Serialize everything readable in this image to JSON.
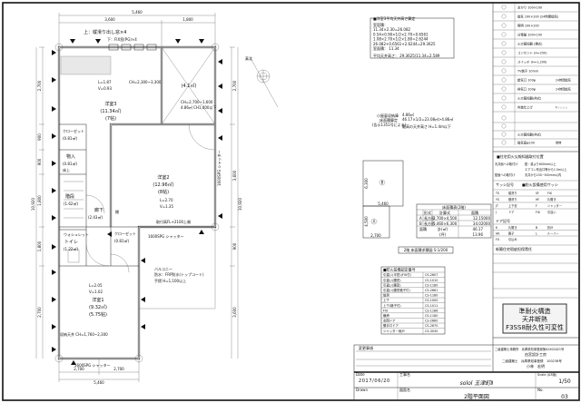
{
  "plan": {
    "dims": {
      "top_total": "5,460",
      "top_left": "3,600",
      "top_right": "1,800",
      "bottom_left": "2,700",
      "bottom_right": "2,700",
      "bottom_total": "5,460",
      "left_total": "10,920",
      "right_total": "10,920",
      "left_segments": [
        "2,700",
        "900",
        "900",
        "1,800",
        "1,800",
        "2,700"
      ],
      "right_segments": [
        "2,700",
        "3,600",
        "900",
        "3,600"
      ]
    },
    "window_notes": {
      "upper": "上：縦滑り出し窓×4",
      "lower": "下：FIX窓(PG)×4"
    },
    "rooms": {
      "western3": {
        "name": "洋室3",
        "area": "(11.34㎡)",
        "tatami": "(7帖)",
        "L": "L=1.87",
        "V": "V=0.93",
        "ch": "CH=2,300~3,300"
      },
      "storage_top": {
        "area": "(4.1㎡)",
        "ch": "CH=2,700~1,600",
        "note": "4.86㎡ CH1,400以下"
      },
      "western2": {
        "name": "洋室2",
        "area": "(12.96㎡)",
        "tatami": "(8帖)",
        "L": "L=2.70",
        "V": "V=1.35"
      },
      "closet1": {
        "name": "クローゼット",
        "area": "(0.81㎡)"
      },
      "storage": {
        "name": "物入",
        "area": "(0.81㎡)",
        "floor": "床上"
      },
      "stairs": {
        "name": "階段",
        "area": "(1.62㎡)"
      },
      "hall": {
        "name": "廊下",
        "area": "(2.43㎡)"
      },
      "closet2": {
        "name": "クローゼット",
        "area": "(0.81㎡)"
      },
      "toilet": {
        "name": "トイレ",
        "area": "(1.22㎡)",
        "note": "ウォシュレット"
      },
      "western1": {
        "name": "洋室1",
        "area": "(9.32㎡)",
        "tatami": "(5.75帖)",
        "L": "L=2.05",
        "V": "V=1.02"
      },
      "balcony": {
        "name": "バルコニー",
        "line1": "防水：FRP防水(トップコート)",
        "line2": "手摺 H=1,100以上"
      }
    },
    "notes": {
      "sash_height": "取付高FL+2100上端",
      "shutter1": "1600SPG シャッター",
      "shutter2": "1600SPG シャッター",
      "shutter_side": "1600SPG シャッター",
      "shelf": "棚",
      "loft_west": "収納天井 CH=1,760~2,300"
    },
    "compass": {
      "label": "真北"
    }
  },
  "ceiling_note": {
    "title": "■洋室3平均天井高さ算定",
    "lines": [
      "室容積：",
      "11.34×2.30=26.082",
      "0.54×0.90×1/2×2.70=0.6561",
      "1.08×2.70×1/2×1.80=2.6244",
      "26.082+0.6561+2.6244=29.3625",
      "室面積： 11.34",
      "平均天井高さ： 29.3625/11.34=2.589"
    ]
  },
  "loft_note": {
    "label1": "小屋裏収納庫",
    "label2": "床面積算定",
    "label3": "(告示1351号による)",
    "area": "4.86㎡",
    "calc": "46.17×1/2=23.08㎡>4.86㎡",
    "height": "最高の天井高さ H=1.4m以下"
  },
  "area_diagram": {
    "caption": "2階 床面積求積図 S:1/200",
    "dims": {
      "b_height": "6,300",
      "b_width": "5,460",
      "a_height": "4,500",
      "a_width": "2,700"
    },
    "labels": {
      "a": "A",
      "b": "B"
    }
  },
  "area_table": {
    "title": "床面積表(2階)",
    "headers": [
      "",
      "形式",
      "計算式",
      "面積"
    ],
    "rows": [
      [
        "A",
        "長方形",
        "2,700×4,500",
        "12.15000"
      ],
      [
        "B",
        "長方形",
        "5,460×6,300",
        "34.02000"
      ]
    ],
    "total_label": "面積",
    "total_sqm_label": "計(㎡)",
    "total_sqm": "46.17",
    "total_tsubo_label": "(坪)",
    "total_tsubo": "13.96"
  },
  "fire_table": {
    "title": "■防火設備認定番号",
    "rows": [
      [
        "引違い(半窓)(FIX付)",
        "CS-2607"
      ],
      [
        "引違い(腰窓)",
        "CS-1010"
      ],
      [
        "引違い(腰窓)",
        "CS-1180"
      ],
      [
        "引違い(腰窓格子付)",
        "CS-2661"
      ],
      [
        "縦滑",
        "CS-1180"
      ],
      [
        "上下",
        "CS-1000"
      ],
      [
        "上下(格子付)",
        "CS-1011"
      ],
      [
        "FIX",
        "CS-1186"
      ],
      [
        "横滑",
        "CS-1180"
      ],
      [
        "玄関ドア",
        "CS-2660"
      ],
      [
        "勝手口ドア",
        "CS-2670"
      ],
      [
        "シャッター雨戸",
        "CS-3030"
      ]
    ]
  },
  "legend": {
    "rows": [
      [
        "あかり 100×100"
      ],
      [
        "換気 100×100 (24時間換気)"
      ],
      [
        "照明 100×100"
      ],
      [
        "分電盤 100×100"
      ],
      [
        "火災報知器 (煙式)"
      ],
      [
        "コンセント (H=250)"
      ],
      [
        "スイッチ (H=1,200)"
      ],
      [
        "TV端子 10mm"
      ],
      [
        "給気口 100φ",
        "24時間換気"
      ],
      [
        "排気口 100φ",
        "24時間換気"
      ],
      [
        "火災報知器(熱式)"
      ],
      [
        "内装仕上げ",
        "F☆☆☆☆"
      ],
      [
        ""
      ],
      [
        ""
      ],
      [
        "火災報知器(熱式)"
      ],
      [
        "換気扇φ100",
        "常時"
      ]
    ]
  },
  "info": {
    "fire_alarm_title": "■住宅用火災報知器取付位置",
    "fire_alarm_rows": [
      [
        "天井面への取付け",
        "壁・梁より600mm以上"
      ],
      [
        "",
        "エアコン吹出口等から1.5m以上"
      ],
      [
        "壁面への取付け",
        "天井から150~500mm以内"
      ]
    ],
    "sash_title": "サッシ記号",
    "sash_note": "■防火設備使用サッシ",
    "sash_rows": [
      [
        "TS",
        "縦滑り",
        "SF",
        "FIX"
      ],
      [
        "YS",
        "横滑り",
        "HF",
        "片開き"
      ],
      [
        "JT",
        "上下窓",
        "F",
        "シャッター"
      ],
      [
        "J",
        "ドア",
        "FIX",
        "引違い"
      ]
    ],
    "door_title": "ドア記号",
    "door_rows": [
      [
        "K",
        "片開き",
        "B",
        "折戸"
      ],
      [
        "HK",
        "親子",
        "L",
        "ルーバー"
      ],
      [
        "FX",
        "引込み"
      ]
    ],
    "warranty": "新築住宅瑕疵担保責任"
  },
  "stamp": {
    "line1": "準耐火構造",
    "line2": "天井断熱",
    "line3": "F3SS8耐久性可変性"
  },
  "architect": {
    "office": "二級建築士事務所　兵庫県知事登録第02X02021号",
    "office_name": "由宮設計工房",
    "architect": "二級建築士　兵庫県知事登録　100238号",
    "name": "小林　宏明"
  },
  "title_block": {
    "changes_label": "変更事項",
    "date_label": "Date",
    "date": "2017/06/20",
    "project_label": "工事名",
    "project": "solol 玉津町Ⅱ",
    "drawn_label": "Drawn",
    "drawing_label": "図面名",
    "drawing": "2階平面図",
    "scale_label": "Scale (A3版)",
    "scale": "1/50",
    "no_label": "No.",
    "no": "03"
  }
}
